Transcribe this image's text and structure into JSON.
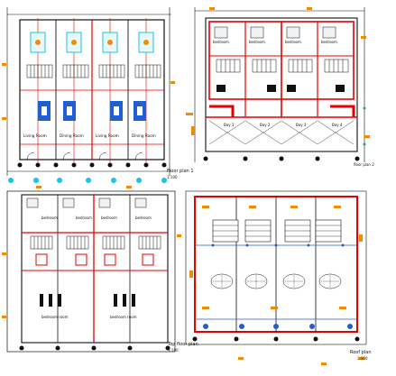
{
  "plans": [
    {
      "rooms": [
        "Living Room",
        "Dining Room",
        "Living Room",
        "Dining Room"
      ],
      "caption": "Floor plan 1",
      "scale": "1:100"
    },
    {
      "rooms": [
        "bedroom",
        "bedroom",
        "bedroom",
        "bedroom"
      ],
      "bays": [
        "Bay 1",
        "Bay 2",
        "Bay 3",
        "Bay 4"
      ],
      "caption": "floor plan 2"
    },
    {
      "rooms": [
        "bedroom",
        "bedroom",
        "bedroom",
        "bedroom"
      ],
      "footer": [
        "bedroom room",
        "bedroom room"
      ],
      "caption": "Top floor plan",
      "scale": "1:100"
    },
    {
      "caption": "Roof plan",
      "scale": "1:100"
    }
  ],
  "colors": {
    "red": "#e60000",
    "black": "#111111",
    "orange": "#f08c00",
    "blue": "#1f5fd6",
    "cyan": "#19c3e6",
    "green": "#2aa84a",
    "magenta": "#d62fd6"
  }
}
